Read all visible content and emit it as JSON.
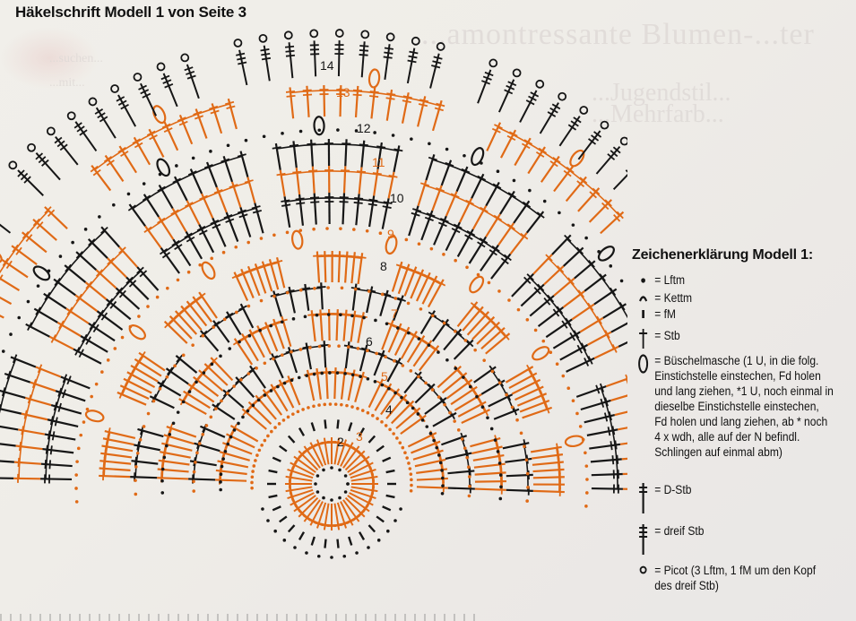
{
  "title": "Häkelschrift Modell 1 von Seite 3",
  "background_ghost_text": {
    "line1": "...amontressante Blumen-...ter",
    "line2": "...Jugendstil...",
    "line3": "...Mehrfarb...",
    "small1": "...suchen...",
    "small2": "...mit..."
  },
  "colors": {
    "black_stitch": "#161616",
    "orange_stitch": "#e06a16",
    "orange_light": "#f2a04a",
    "background": "#efede8"
  },
  "diagram": {
    "row_labels": [
      {
        "n": "2",
        "color": "black"
      },
      {
        "n": "3",
        "color": "orange"
      },
      {
        "n": "4",
        "color": "black"
      },
      {
        "n": "5",
        "color": "orange"
      },
      {
        "n": "6",
        "color": "black"
      },
      {
        "n": "7",
        "color": "orange"
      },
      {
        "n": "8",
        "color": "black"
      },
      {
        "n": "9",
        "color": "orange"
      },
      {
        "n": "10",
        "color": "black"
      },
      {
        "n": "11",
        "color": "orange"
      },
      {
        "n": "12",
        "color": "black"
      },
      {
        "n": "13",
        "color": "orange"
      },
      {
        "n": "14",
        "color": "black"
      }
    ]
  },
  "legend": {
    "heading": "Zeichenerklärung Modell 1:",
    "items": [
      {
        "icon": "chain-dot-icon",
        "text": "= Lftm"
      },
      {
        "icon": "slip-stitch-arc-icon",
        "text": "= Kettm"
      },
      {
        "icon": "single-crochet-bar-icon",
        "text": "= fM"
      },
      {
        "icon": "double-crochet-cross-icon",
        "text": "= Stb"
      },
      {
        "icon": "cluster-oval-icon",
        "text": "= Büschelmasche (1 U, in die folg. Einstichstelle einstechen, Fd holen und lang ziehen, *1 U, noch einmal in dieselbe Einstichstelle einstechen, Fd holen und lang ziehen, ab * noch 4 x wdh, alle auf der N befindl. Schlingen auf einmal abm)"
      },
      {
        "icon": "treble-crochet-icon",
        "text": "= D-Stb"
      },
      {
        "icon": "triple-treble-crochet-icon",
        "text": "= dreif Stb"
      },
      {
        "icon": "picot-ring-icon",
        "text": "= Picot (3 Lftm, 1 fM um den Kopf des dreif Stb)"
      }
    ]
  }
}
